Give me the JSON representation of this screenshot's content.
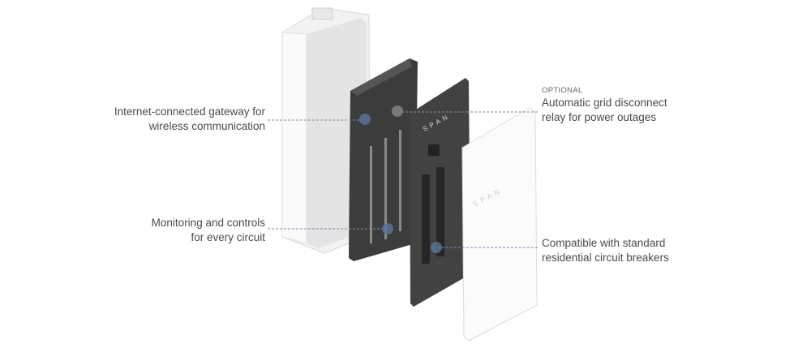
{
  "product": {
    "brand": "SPAN"
  },
  "callouts": {
    "gateway": {
      "line1": "Internet-connected gateway for",
      "line2": "wireless communication"
    },
    "monitoring": {
      "line1": "Monitoring and controls",
      "line2": "for every circuit"
    },
    "relay": {
      "tag": "OPTIONAL",
      "line1": "Automatic grid disconnect",
      "line2": "relay for power outages"
    },
    "breakers": {
      "line1": "Compatible with standard",
      "line2": "residential circuit breakers"
    }
  },
  "colors": {
    "callout_dot": "#5b7597",
    "panel_dark": "#3a3a3a",
    "text": "#4a4a4a"
  }
}
